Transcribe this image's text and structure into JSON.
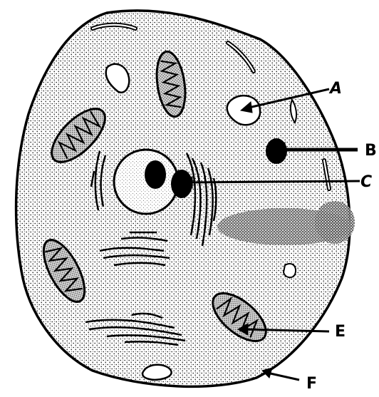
{
  "figure": {
    "labels": {
      "a": "A",
      "b": "B",
      "c": "C",
      "e": "E",
      "f": "F"
    }
  }
}
